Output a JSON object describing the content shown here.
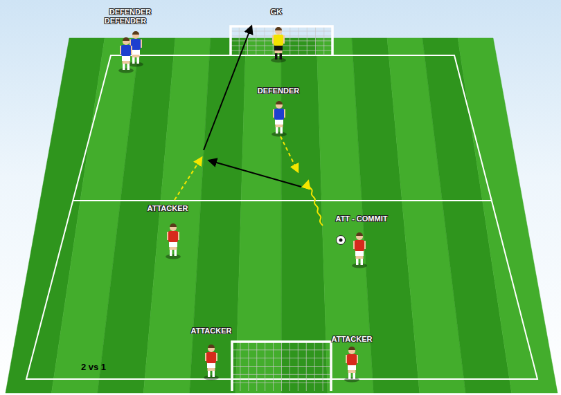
{
  "diagram": {
    "labels": [
      "DEFENDER",
      "DEFENDER",
      "GK",
      "DEFENDER",
      "ATTACKER",
      "ATT - COMMIT",
      "ATTACKER",
      "ATTACKER",
      "2 vs 1"
    ]
  }
}
